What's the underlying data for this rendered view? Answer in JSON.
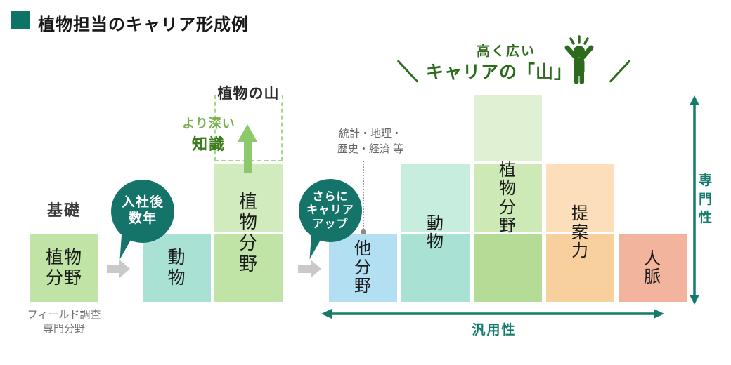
{
  "title": {
    "text": "植物担当のキャリア形成例"
  },
  "header": {
    "line1": "高く広い",
    "line2": "キャリアの「山」",
    "icon": "cheering-person-icon"
  },
  "left": {
    "base_label": "基礎",
    "box1_label": "植物\n分野",
    "box1_caption": "フィールド調査\n専門分野",
    "bubble": "入社後\n数年",
    "animal_label": "動\n物",
    "mountain_label": "植物の山",
    "deeper_line1": "より深い",
    "deeper_line2": "知識",
    "bar_label": "植\n物\n分\n野"
  },
  "right": {
    "note": "統計・地理・\n歴史・経済 等",
    "bubble": "さらに\nキャリア\nアップ",
    "bars": [
      {
        "name": "他分野",
        "label": "他\n分\n野",
        "units": 1,
        "color": "#b3dff2"
      },
      {
        "name": "動物",
        "label": "動\n物",
        "units": 2,
        "color": "#a9e2d4"
      },
      {
        "name": "植物分野",
        "label": "植\n物\n分\n野",
        "units": 3,
        "color": "#b4dc96"
      },
      {
        "name": "提案力",
        "label": "提\n案\n力",
        "units": 2,
        "color": "#f8d09e"
      },
      {
        "name": "人脈",
        "label": "人\n脈",
        "units": 1,
        "color": "#f2b49c"
      }
    ],
    "y_axis_label": "専\n門\n性",
    "x_axis_label": "汎用性"
  },
  "colors": {
    "accent_teal": "#0d7366",
    "bubble_teal": "#15746a",
    "axis_teal": "#147a6c",
    "header_green": "#2d6b1c",
    "arrow_green": "#8dc96a",
    "dashed_green": "#a5d884",
    "green_base": "#bfe4a6",
    "green_mid": "#cde9b6",
    "green_lightest": "#e0f1d3",
    "green_dark": "#b4dc96",
    "teal_light": "#a9e2d4",
    "teal_lighter": "#c7eddf",
    "blue_light": "#b3dff2",
    "orange_light": "#fcdfba",
    "orange": "#f8d09e",
    "salmon": "#f2b49c",
    "gray_arrow": "#c9c9c9"
  }
}
